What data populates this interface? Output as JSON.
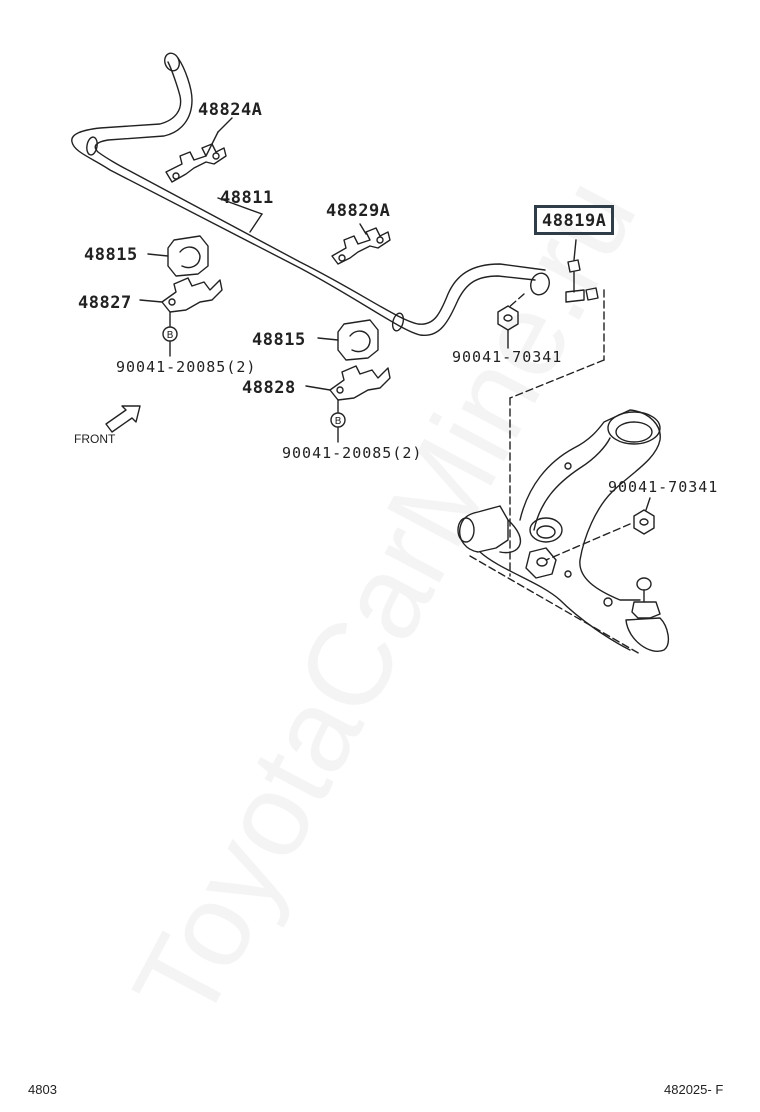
{
  "labels": {
    "p48824a": "48824A",
    "p48811": "48811",
    "p48829a": "48829A",
    "p48819a": "48819A",
    "p48815_left": "48815",
    "p48827": "48827",
    "p90041_20085_a": "90041-20085(2)",
    "p48815_center": "48815",
    "p48828": "48828",
    "p90041_20085_b": "90041-20085(2)",
    "p90041_70341_a": "90041-70341",
    "p90041_70341_b": "90041-70341",
    "front": "FRONT",
    "bolt_mark": "B"
  },
  "watermark": "ToyotaCarMine.ru",
  "footer": {
    "left": "4803",
    "right": "482025- F"
  },
  "colors": {
    "line": "#222222",
    "highlight_box": "#2e3d48"
  }
}
